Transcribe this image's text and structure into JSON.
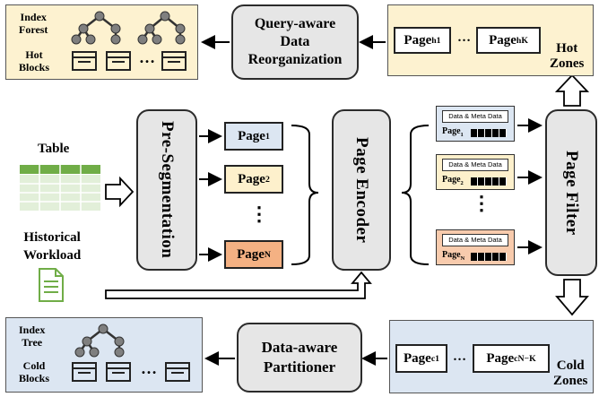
{
  "left": {
    "table_label": "Table",
    "historical_label": "Historical",
    "workload_label": "Workload"
  },
  "pre_segmentation": "Pre-Segmentation",
  "pages": [
    {
      "base": "Page",
      "sub": "1",
      "color": "#dce6f2"
    },
    {
      "base": "Page",
      "sub": "2",
      "color": "#fdf0cc"
    },
    {
      "base": "Page",
      "sub": "N",
      "color": "#f4b183"
    }
  ],
  "ellipsis_v": "⋮",
  "page_encoder": "Page Encoder",
  "encoded": {
    "dm_label": "Data & Meta Data",
    "items": [
      {
        "base": "Page",
        "sub": "1",
        "color": "#dce6f2"
      },
      {
        "base": "Page",
        "sub": "2",
        "color": "#fdf0cc"
      },
      {
        "base": "Page",
        "sub": "N",
        "color": "#f8cbad"
      }
    ]
  },
  "page_filter": "Page Filter",
  "hot_zones": {
    "p1_base": "Page",
    "p1_sub": "h1",
    "p2_base": "Page",
    "p2_sub": "hK",
    "dots": "…",
    "label_line1": "Hot",
    "label_line2": "Zones"
  },
  "cold_zones": {
    "p1_base": "Page",
    "p1_sub": "c1",
    "p2_base": "Page",
    "p2_sub": "cN−K",
    "dots": "…",
    "label_line1": "Cold",
    "label_line2": "Zones"
  },
  "query_reorg": {
    "line1": "Query-aware",
    "line2": "Data",
    "line3": "Reorganization"
  },
  "data_partitioner": {
    "line1": "Data-aware",
    "line2": "Partitioner"
  },
  "top_left": {
    "index_line1": "Index",
    "index_line2": "Forest",
    "blocks_line1": "Hot",
    "blocks_line2": "Blocks",
    "dots": "…"
  },
  "bottom_left": {
    "index_line1": "Index",
    "index_line2": "Tree",
    "blocks_line1": "Cold",
    "blocks_line2": "Blocks",
    "dots": "…"
  },
  "colors": {
    "yellow_panel": "#fdf2d0",
    "blue_panel": "#dce6f2",
    "gray_box": "#e6e6e6",
    "table_green": "#70ad47"
  }
}
